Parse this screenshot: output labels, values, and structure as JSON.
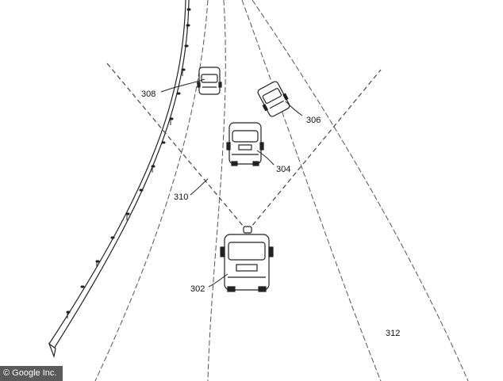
{
  "labels": {
    "ego_vehicle": "302",
    "vehicle_ahead": "304",
    "vehicle_right": "306",
    "vehicle_left": "308",
    "field_of_view": "310",
    "road_region": "312"
  },
  "credit": "© Google Inc.",
  "colors": {
    "line": "#222222",
    "dash": "#555555",
    "credit_bg": "#5a5a5a",
    "credit_text": "#ffffff"
  }
}
